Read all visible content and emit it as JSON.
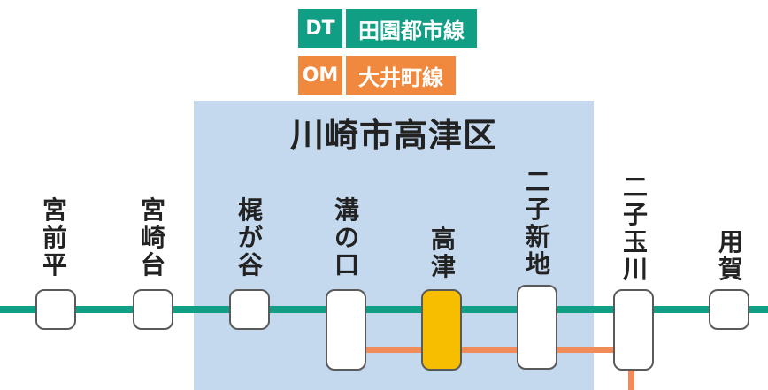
{
  "legend": [
    {
      "code": "DT",
      "name": "田園都市線",
      "color": "#109e84"
    },
    {
      "code": "OM",
      "name": "大井町線",
      "color": "#f0883e"
    }
  ],
  "ward": {
    "label": "川崎市高津区",
    "color": "#c5d9ee"
  },
  "lines": {
    "dt_color": "#109e84",
    "om_color": "#f28b5a"
  },
  "stations": [
    {
      "name": "宮前平",
      "chars": [
        "宮",
        "前",
        "平"
      ],
      "current": false
    },
    {
      "name": "宮崎台",
      "chars": [
        "宮",
        "崎",
        "台"
      ],
      "current": false
    },
    {
      "name": "梶が谷",
      "chars": [
        "梶",
        "が",
        "谷"
      ],
      "current": false
    },
    {
      "name": "溝の口",
      "chars": [
        "溝",
        "の",
        "口"
      ],
      "current": false
    },
    {
      "name": "高津",
      "chars": [
        "高",
        "津"
      ],
      "current": true
    },
    {
      "name": "二子新地",
      "chars": [
        "二",
        "子",
        "新",
        "地"
      ],
      "current": false
    },
    {
      "name": "二子玉川",
      "chars": [
        "二",
        "子",
        "玉",
        "川"
      ],
      "current": false
    },
    {
      "name": "用賀",
      "chars": [
        "用",
        "賀"
      ],
      "current": false
    }
  ],
  "current_station_color": "#f7be00"
}
